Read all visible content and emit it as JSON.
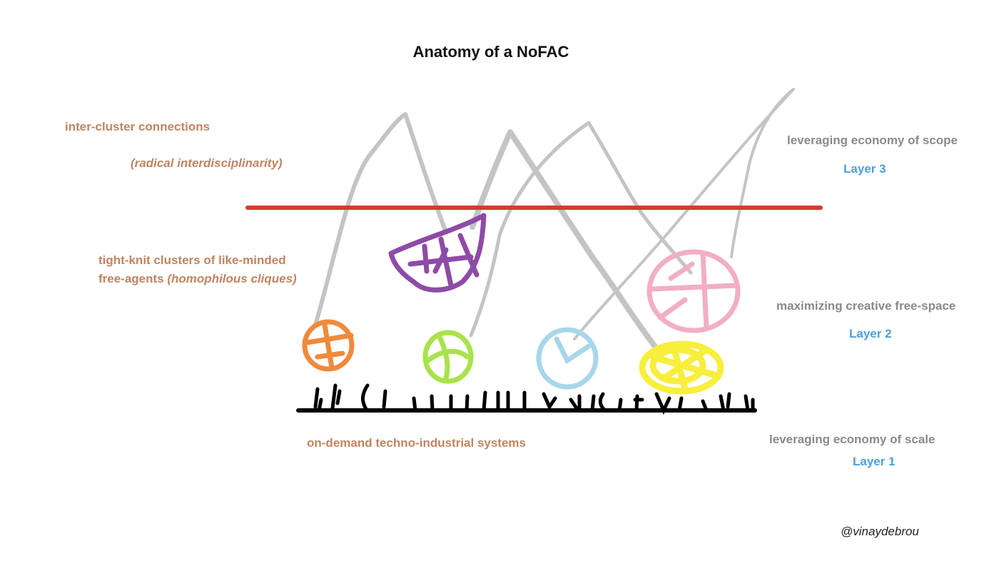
{
  "title": "Anatomy of a NoFAC",
  "left_labels": {
    "inter_cluster": "inter-cluster connections",
    "interdisciplinarity": "(radical interdisciplinarity)",
    "clusters_line1": "tight-knit clusters of like-minded",
    "clusters_line2_plain": "free-agents ",
    "clusters_line2_italic": "(homophilous cliques)",
    "systems": "on-demand techno-industrial systems"
  },
  "layers": [
    {
      "description": "leveraging economy of scope",
      "name": "Layer 3"
    },
    {
      "description": "maximizing creative free-space",
      "name": "Layer 2"
    },
    {
      "description": "leveraging economy of scale",
      "name": "Layer 1"
    }
  ],
  "handle": "@vinaydebrou",
  "colors": {
    "label_brown": "#c08560",
    "layer_grey": "#8a8a8a",
    "layer_blue": "#4aa0dc",
    "divider_red": "#d63a2f",
    "connection_grey": "#c4c4c4",
    "ground_black": "#000000",
    "cluster_orange": "#f08a3c",
    "cluster_purple": "#8e4ba6",
    "cluster_green": "#a9e24b",
    "cluster_lightblue": "#a8d6ea",
    "cluster_yellow": "#f8ee3c",
    "cluster_pink": "#f2aec6"
  }
}
